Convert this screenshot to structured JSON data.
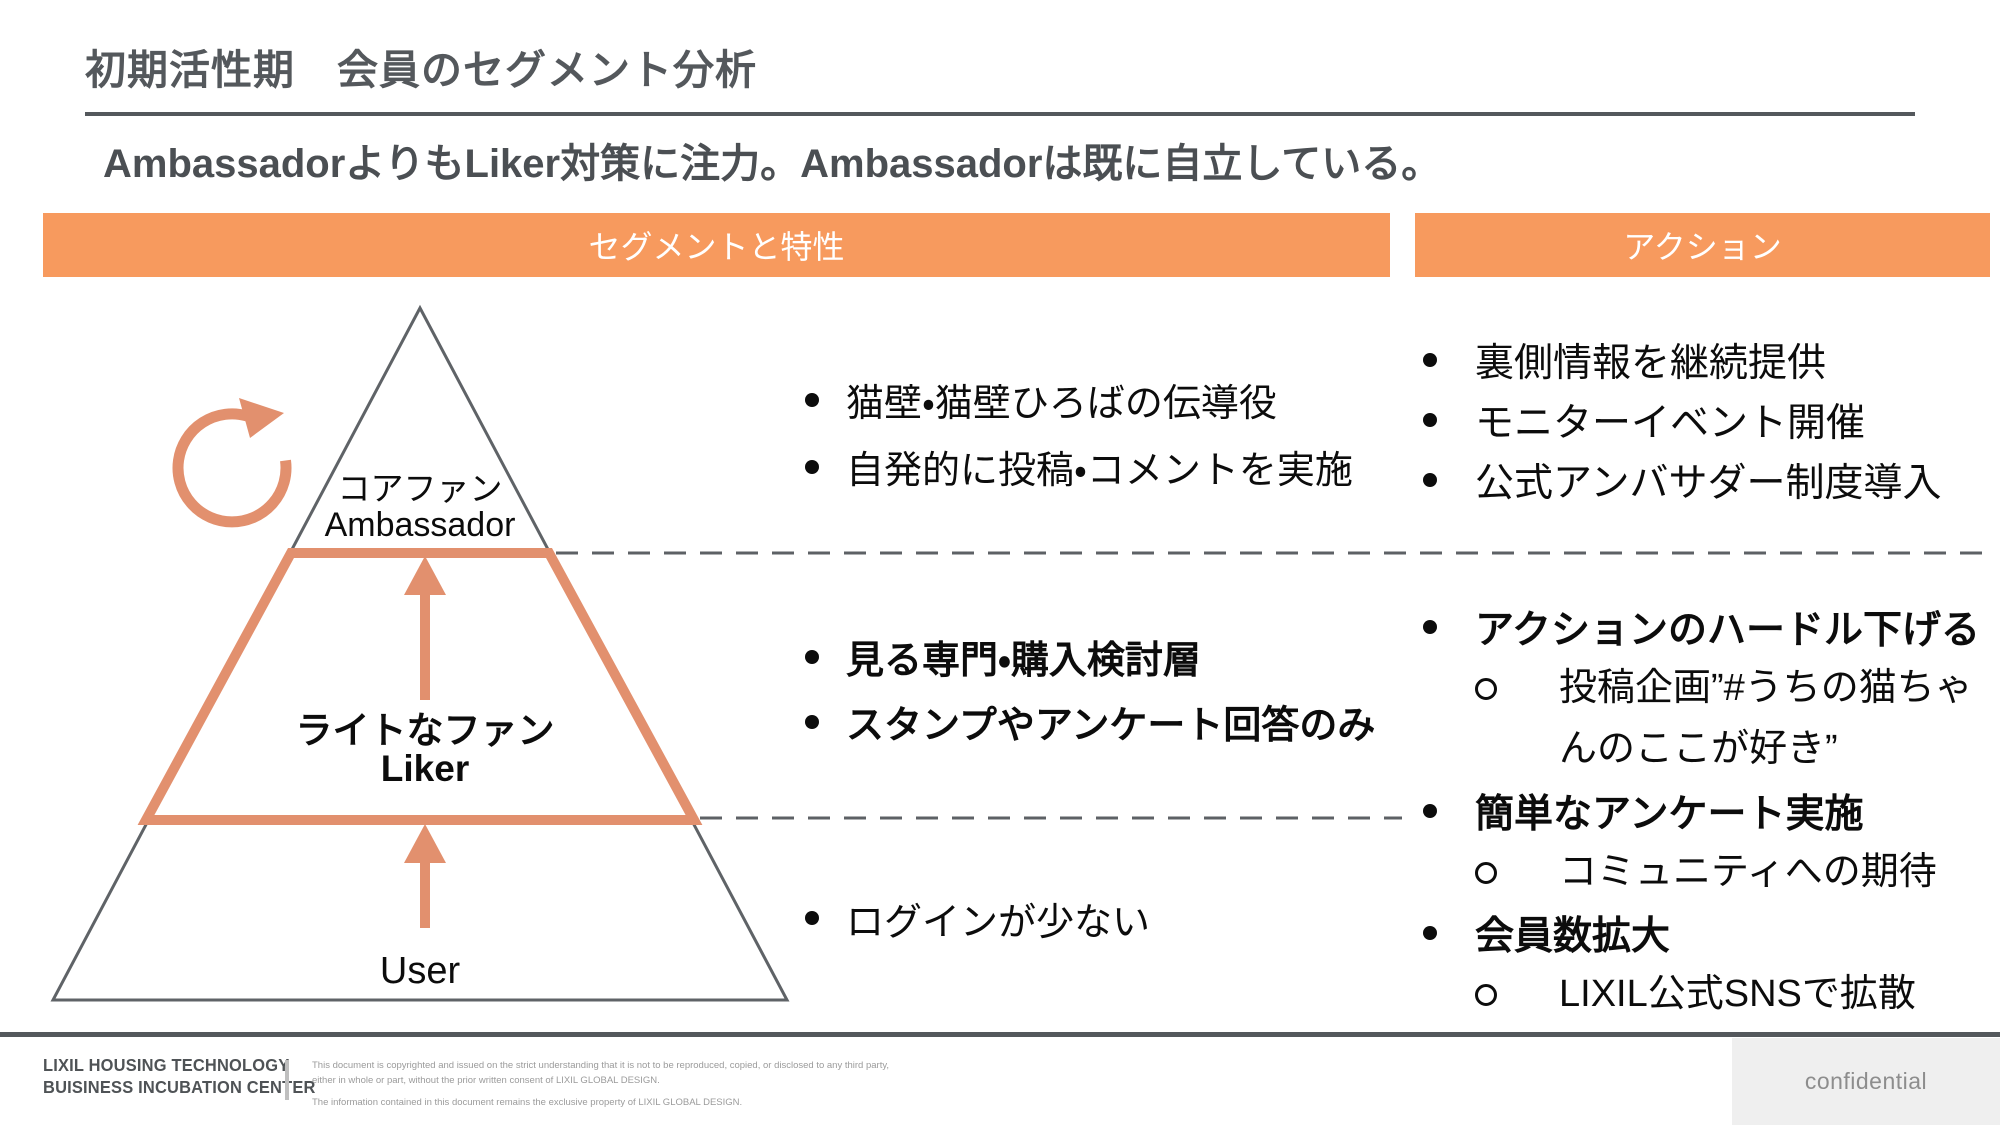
{
  "title": "初期活性期　会員のセグメント分析",
  "subtitle": "AmbassadorよりもLiker対策に注力。Ambassadorは既に自立している。",
  "columns": {
    "segments_header": "セグメントと特性",
    "actions_header": "アクション"
  },
  "pyramid": {
    "ambassador_ja": "コアファン",
    "ambassador_en": "Ambassador",
    "liker_ja": "ライトなファン",
    "liker_en": "Liker",
    "user_en": "User"
  },
  "segment_notes": {
    "ambassador": [
      "猫壁・猫壁ひろばの伝導役",
      "自発的に投稿・コメントを実施"
    ],
    "liker": [
      "見る専門・購入検討層",
      "スタンプやアンケート回答のみ"
    ],
    "user": [
      "ログインが少ない"
    ]
  },
  "actions": {
    "ambassador": [
      "裏側情報を継続提供",
      "モニターイベント開催",
      "公式アンバサダー制度導入"
    ],
    "liker": [
      {
        "text": "アクションのハードル下げる",
        "sub": "投稿企画”#うちの猫ちゃんのここが好き”"
      },
      {
        "text": "簡単なアンケート実施",
        "sub": "コミュニティへの期待"
      }
    ],
    "user": [
      {
        "text": "会員数拡大",
        "sub": "LIXIL公式SNSで拡散"
      }
    ]
  },
  "footer": {
    "org_line1": "LIXIL HOUSING TECHNOLOGY",
    "org_line2": "BUISINESS INCUBATION CENTER",
    "legal_line1": "This document is copyrighted and issued on the strict understanding that it is not to be reproduced, copied, or disclosed to any third party, either in whole or part, without the prior written consent of LIXIL GLOBAL DESIGN.",
    "legal_line2": "The information contained in this document remains the exclusive property of LIXIL GLOBAL DESIGN.",
    "confidential": "confidential"
  },
  "colors": {
    "accent_orange": "#F79A5E",
    "accent_salmon": "#E2906E",
    "dark_gray": "#54585C",
    "dashed_gray": "#5D6165",
    "text_black": "#0C0C0C",
    "legal_gray": "#9B9B9B",
    "confidential_bg": "#EFEFEF"
  }
}
